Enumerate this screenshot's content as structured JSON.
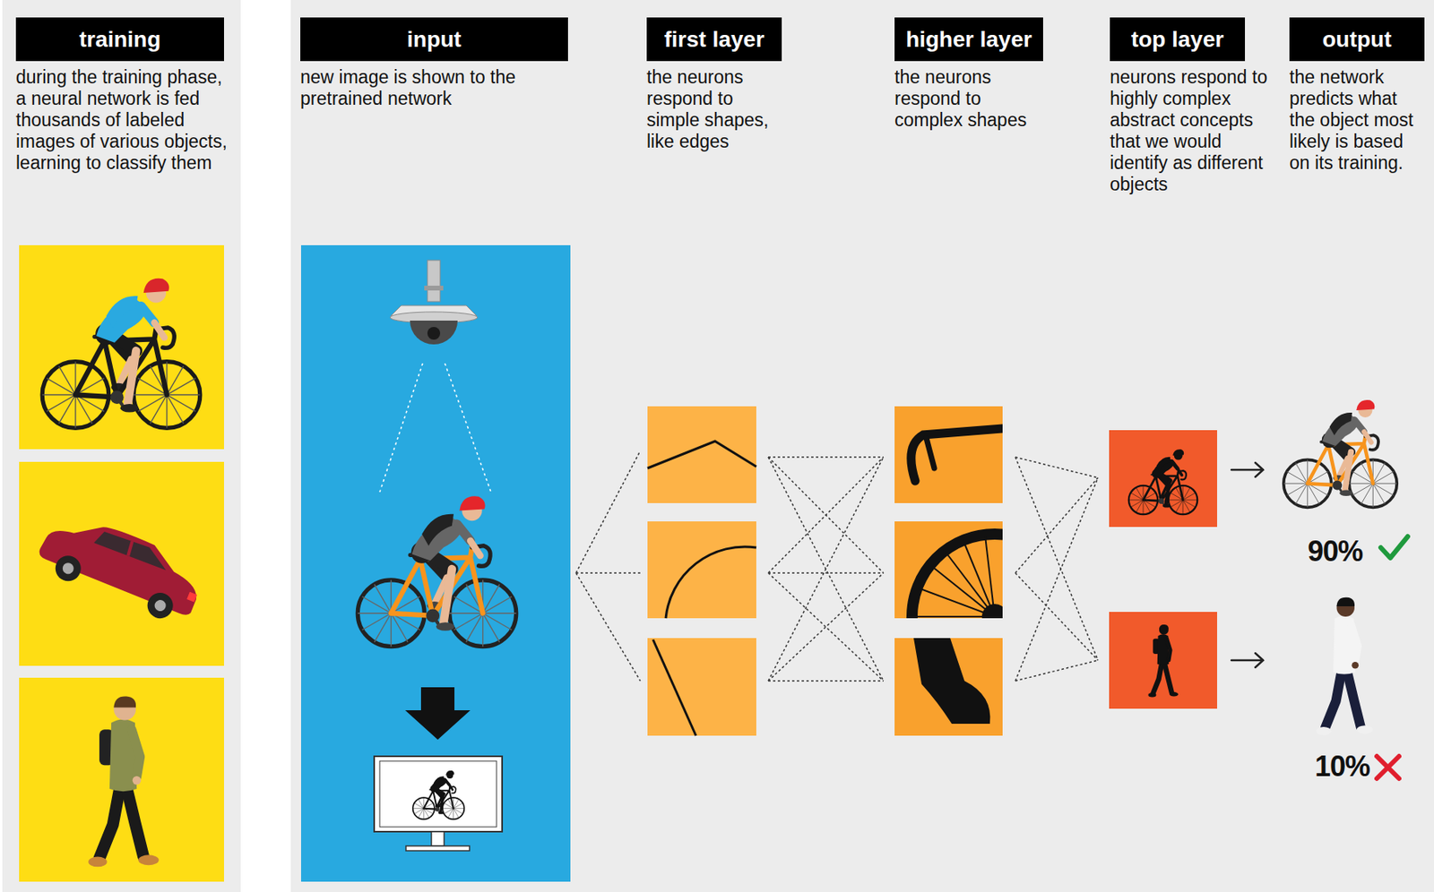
{
  "diagram": {
    "nodes": [
      {
        "text": [
          "training",
          "during the training phase, a neural network is fed thousands of labeled images of various objects, learning to classify them"
        ]
      },
      {
        "text": [
          "input",
          "new image is shown to the pretrained network"
        ]
      },
      {
        "text": [
          "first layer",
          "the neurons respond to simple shapes, like edges"
        ]
      },
      {
        "text": [
          "higher layer",
          "the neurons respond to complex shapes"
        ]
      },
      {
        "text": [
          "top layer",
          "neurons respond to highly complex abstract concepts that we would identify as different objects"
        ]
      },
      {
        "text": [
          "output",
          "the network predicts what the object most likely is based on its training."
        ]
      }
    ],
    "labels": [
      "90%",
      "10%"
    ]
  }
}
